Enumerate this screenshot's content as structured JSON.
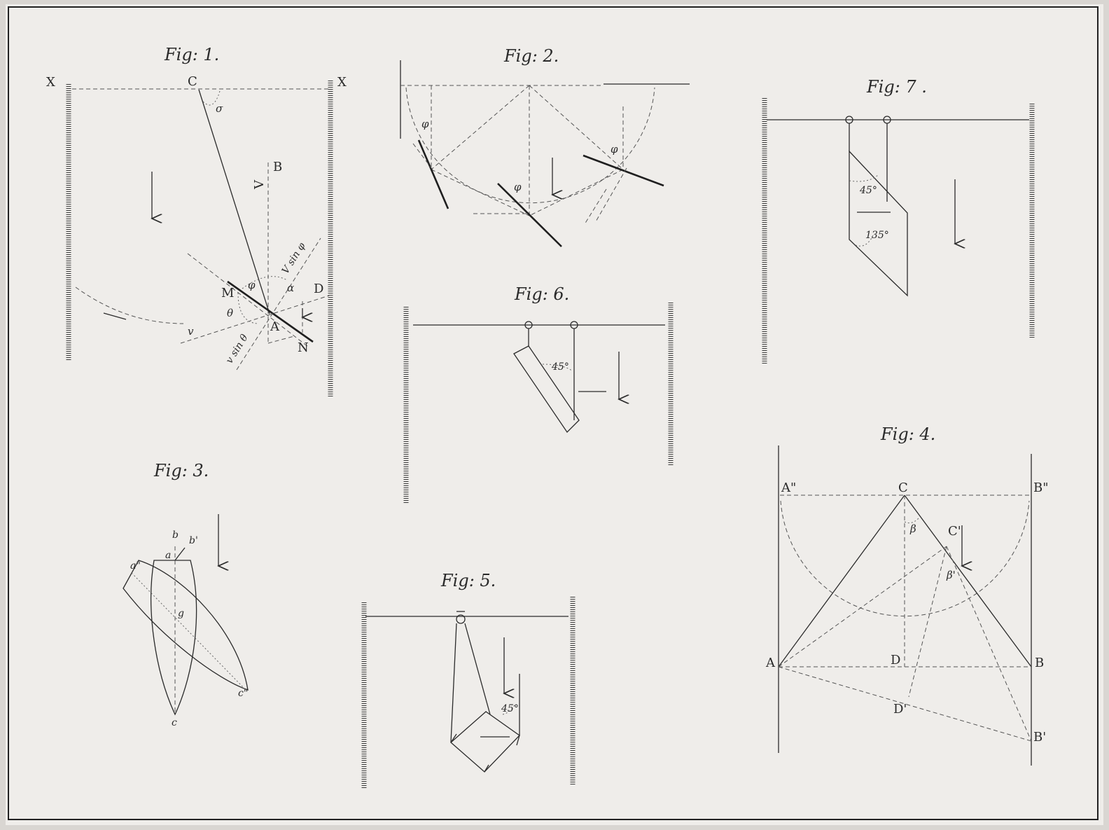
{
  "figures": {
    "fig1": {
      "title": "Fig: 1.",
      "labels": {
        "x_left": "X",
        "x_right": "X",
        "c": "C",
        "sigma": "σ",
        "b": "B",
        "v_upper": "V",
        "a": "A",
        "d": "D",
        "m": "M",
        "n": "N",
        "v_lower": "v",
        "theta": "θ",
        "phi": "φ",
        "alpha": "α",
        "v_sin_phi": "V sin φ",
        "v_sin_theta": "v sin θ"
      }
    },
    "fig2": {
      "title": "Fig: 2.",
      "labels": {
        "phi1": "φ",
        "phi2": "φ",
        "phi3": "φ"
      }
    },
    "fig3": {
      "title": "Fig: 3.",
      "labels": {
        "b": "b",
        "b_prime": "b'",
        "a": "a",
        "a_dprime": "a\"",
        "g": "g",
        "c": "c",
        "c_dprime": "c\""
      }
    },
    "fig4": {
      "title": "Fig: 4.",
      "labels": {
        "a_dprime": "A\"",
        "c": "C",
        "b_dprime": "B\"",
        "beta": "β",
        "c_prime": "C'",
        "beta_prime": "β'",
        "a": "A",
        "d": "D",
        "b": "B",
        "d_prime": "D'",
        "b_prime": "B'"
      }
    },
    "fig5": {
      "title": "Fig: 5.",
      "labels": {
        "angle": "45°"
      }
    },
    "fig6": {
      "title": "Fig: 6.",
      "labels": {
        "angle": "45°"
      }
    },
    "fig7": {
      "title": "Fig: 7 .",
      "labels": {
        "angle1": "45°",
        "angle2": "135°"
      }
    }
  }
}
